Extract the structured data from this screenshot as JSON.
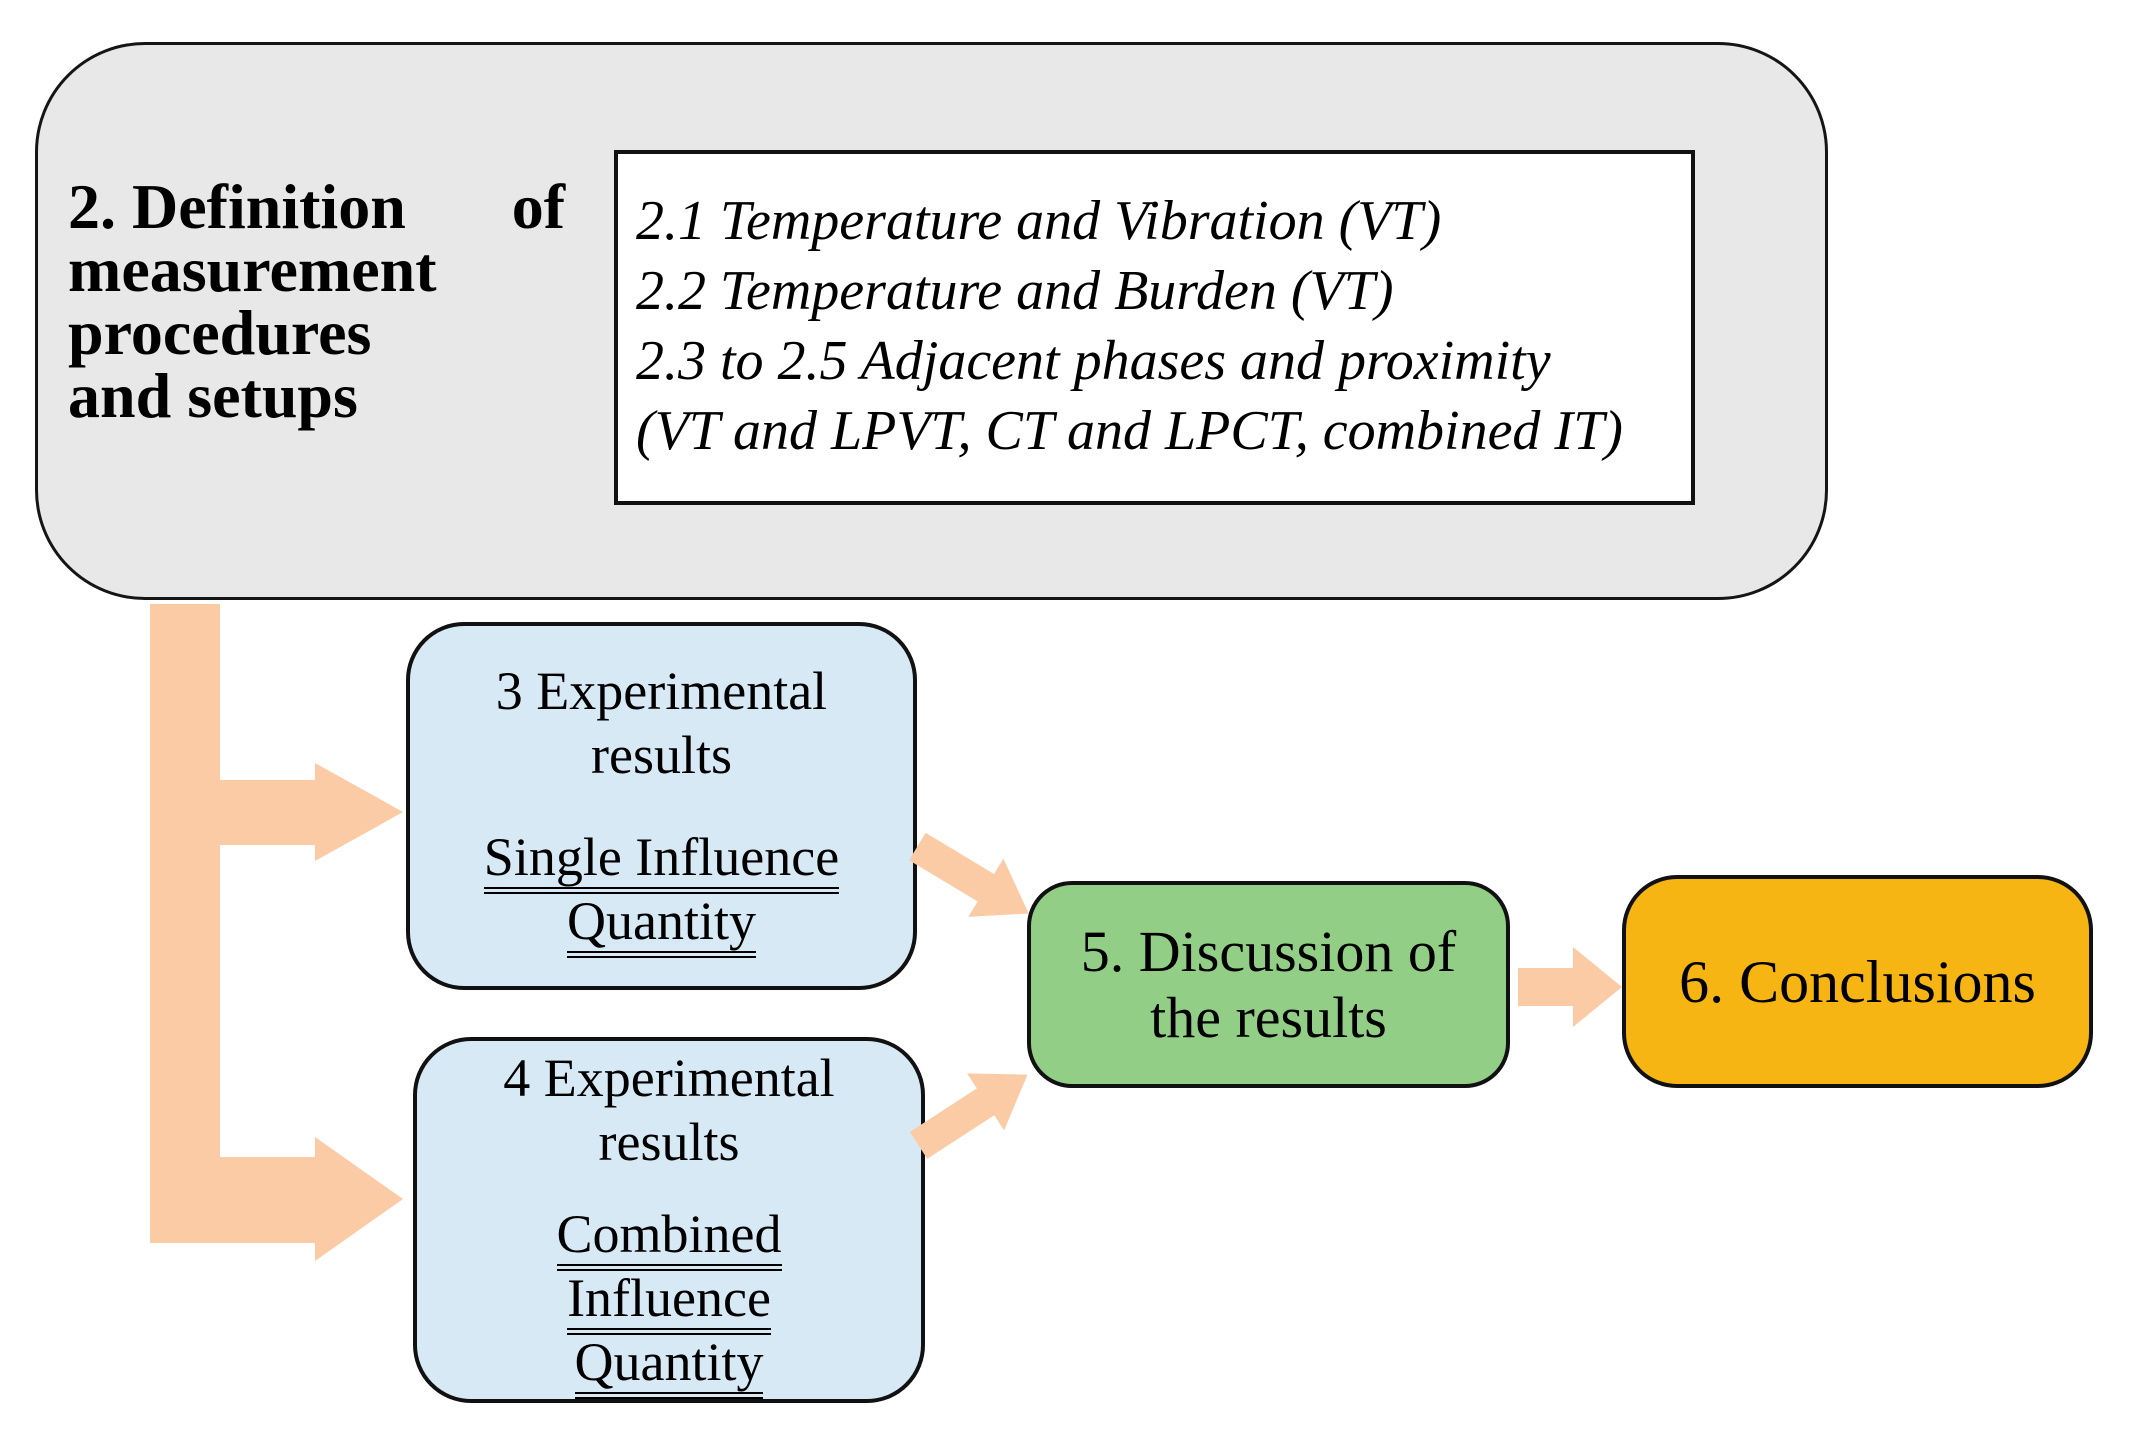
{
  "figure": {
    "type": "flowchart",
    "description": "Paper structure flow diagram: section 2 feeds sections 3 and 4, which feed section 5, which feeds section 6"
  },
  "boxes": {
    "definition": {
      "title_l1a": "2. Definition",
      "title_l1b": "of",
      "title_rest": [
        "measurement",
        "procedures",
        "and setups"
      ],
      "subsections": [
        "2.1 Temperature and Vibration (VT)",
        "2.2 Temperature and Burden (VT)",
        "2.3 to 2.5 Adjacent phases and proximity",
        "(VT and LPVT, CT and LPCT, combined IT)"
      ]
    },
    "exp3": {
      "line1": "3 Experimental",
      "line2": "results",
      "underlined": [
        "Single Influence",
        "Quantity"
      ]
    },
    "exp4": {
      "line1": "4 Experimental",
      "line2": "results",
      "underlined": [
        "Combined",
        "Influence",
        "Quantity"
      ]
    },
    "discussion": {
      "line1": "5. Discussion of",
      "line2": "the results"
    },
    "conclusions": {
      "label": "6. Conclusions"
    }
  },
  "colors": {
    "container_gray": "#e8e8e8",
    "experimental_blue": "#d8e9f6",
    "discussion_green": "#93ce86",
    "conclusions_gold": "#f6b513",
    "arrow_peach": "#fbcba6",
    "border_black": "#111111"
  }
}
